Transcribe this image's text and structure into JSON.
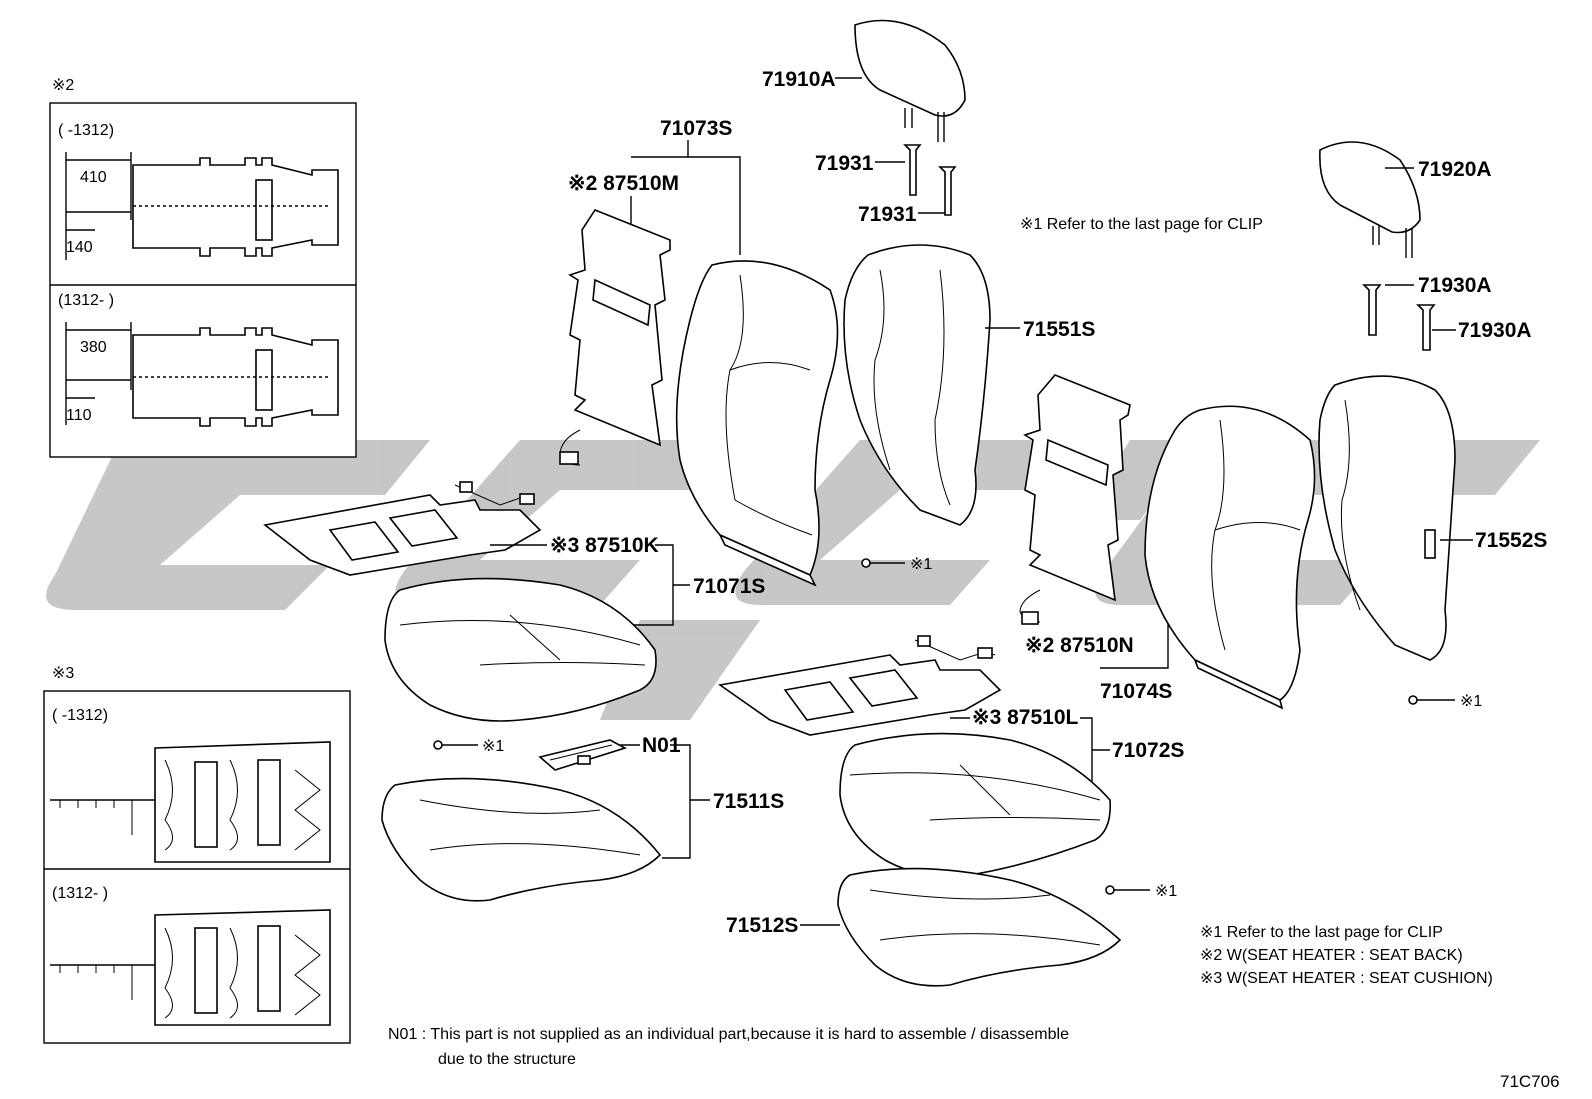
{
  "legend_notes": [
    "※1 Refer to the last page for CLIP",
    "※2 W(SEAT HEATER : SEAT BACK)",
    "※3 W(SEAT HEATER : SEAT CUSHION)"
  ],
  "clip_note": "※1 Refer to the last page for CLIP",
  "clip_ref": "※1",
  "footnote": {
    "line1": "N01 : This part is not supplied as an individual part,because it is hard to assemble / disassemble",
    "line2": "due to the structure"
  },
  "diagram_code": "71C706",
  "inset_back": {
    "marker": "※2",
    "panels": [
      {
        "range": "(      -1312)",
        "dim_width": "410",
        "dim_offset": "140"
      },
      {
        "range": "(1312-      )",
        "dim_width": "380",
        "dim_offset": "110"
      }
    ]
  },
  "inset_cushion": {
    "marker": "※3",
    "panels": [
      {
        "range": "(      -1312)"
      },
      {
        "range": "(1312-      )"
      }
    ]
  },
  "parts": {
    "p71910A": "71910A",
    "p71931a": "71931",
    "p71931b": "71931",
    "p71920A": "71920A",
    "p71930Aa": "71930A",
    "p71930Ab": "71930A",
    "p71073S": "71073S",
    "p87510M": "※2 87510M",
    "p71551S": "71551S",
    "p71552S": "71552S",
    "p87510K": "※3 87510K",
    "p71071S": "71071S",
    "p87510N": "※2  87510N",
    "p71074S": "71074S",
    "p87510L": "※3 87510L",
    "p71072S": "71072S",
    "pN01": "N01",
    "p71511S": "71511S",
    "p71512S": "71512S"
  }
}
